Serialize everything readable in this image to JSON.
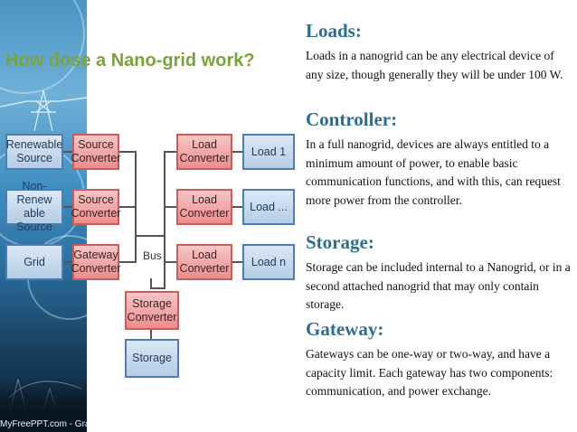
{
  "slide_title": "How dose a Nano-grid work?",
  "watermark": "MyFreePPT.com - Graph",
  "diagram": {
    "bus_label": "Bus",
    "sources": [
      {
        "name": [
          "Renewable",
          "Source"
        ],
        "converter": [
          "Source",
          "Converter"
        ]
      },
      {
        "name": [
          "Non-Renew",
          "able Source"
        ],
        "converter": [
          "Source",
          "Converter"
        ]
      },
      {
        "name": [
          "Grid"
        ],
        "converter": [
          "Gateway",
          "Converter"
        ]
      }
    ],
    "loads": [
      {
        "converter": [
          "Load",
          "Converter"
        ],
        "name": [
          "Load 1"
        ]
      },
      {
        "converter": [
          "Load",
          "Converter"
        ],
        "name": [
          "Load ..."
        ]
      },
      {
        "converter": [
          "Load",
          "Converter"
        ],
        "name": [
          "Load n"
        ]
      }
    ],
    "storage_converter": [
      "Storage",
      "Converter"
    ],
    "storage": [
      "Storage"
    ],
    "colors": {
      "source_box": "#c5daef",
      "converter_box": "#f0a3a3",
      "border_blue": "#4f7db0",
      "border_red": "#c95c5c"
    }
  },
  "sections": [
    {
      "heading": "Loads:",
      "body": "Loads in a nanogrid can be any electrical device of any size, though generally they will be under 100 W."
    },
    {
      "heading": "Controller:",
      "body": "In a full nanogrid, devices are always entitled to a minimum amount of power, to enable basic communication functions, and with this, can request more power from the controller."
    },
    {
      "heading": "Storage:",
      "body": "Storage can be included internal to a Nanogrid, or in a second attached nanogrid that may only contain storage."
    },
    {
      "heading": "Gateway:",
      "body": "Gateways can be one-way or two-way, and have a capacity limit. Each gateway has two components: communication, and power exchange."
    }
  ]
}
